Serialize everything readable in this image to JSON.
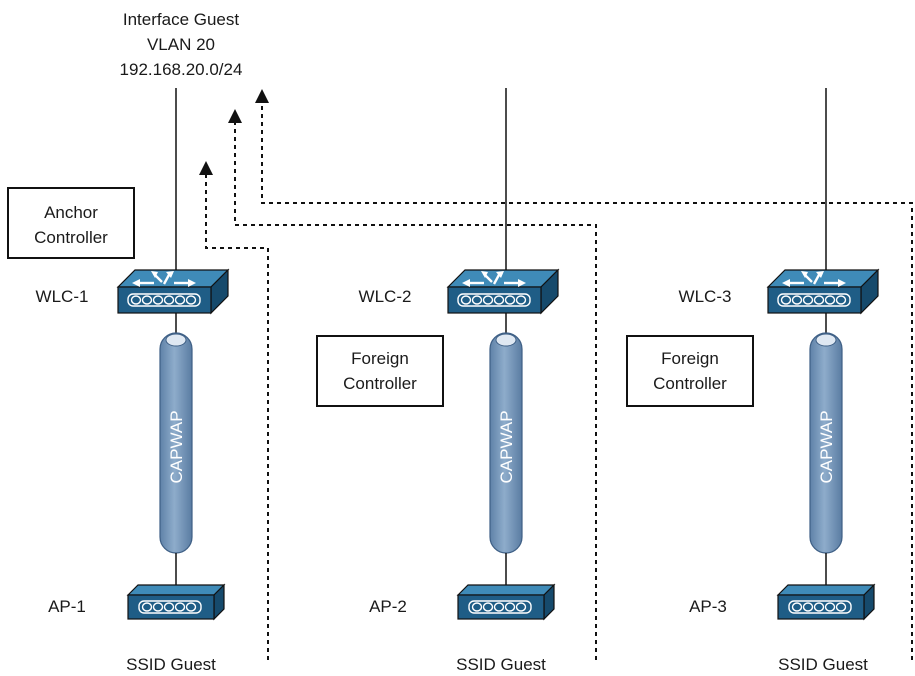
{
  "interface": {
    "line1": "Interface Guest",
    "line2": "VLAN 20",
    "line3": "192.168.20.0/24"
  },
  "anchor_box": {
    "line1": "Anchor",
    "line2": "Controller"
  },
  "foreign_box": {
    "line1": "Foreign",
    "line2": "Controller"
  },
  "controllers": [
    {
      "name": "WLC-1"
    },
    {
      "name": "WLC-2"
    },
    {
      "name": "WLC-3"
    }
  ],
  "tunnel_label": "CAPWAP",
  "access_points": [
    {
      "name": "AP-1"
    },
    {
      "name": "AP-2"
    },
    {
      "name": "AP-3"
    }
  ],
  "ssid_label": "SSID Guest",
  "colors": {
    "device_top": "#3f8bb8",
    "device_front": "#1f5d86",
    "device_side": "#164a6c",
    "tunnel": "#7f9fc0",
    "tunnel_edge": "#4a6f95"
  },
  "icons": [
    "router-controller-icon",
    "access-point-icon",
    "capwap-tunnel-icon"
  ]
}
